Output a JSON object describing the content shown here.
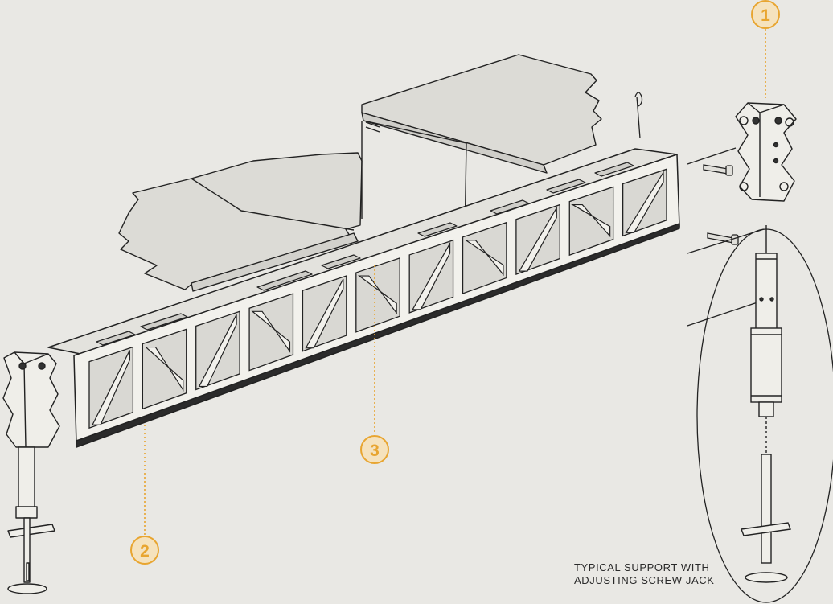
{
  "diagram": {
    "colors": {
      "background": "#e9e8e4",
      "ink": "#222222",
      "accent": "#e8a530",
      "panel": "#dcdbd6"
    },
    "callouts": [
      {
        "id": "1",
        "label": "1"
      },
      {
        "id": "2",
        "label": "2"
      },
      {
        "id": "3",
        "label": "3"
      }
    ],
    "caption": {
      "line1": "TYPICAL SUPPORT WITH",
      "line2": "ADJUSTING SCREW JACK"
    }
  }
}
